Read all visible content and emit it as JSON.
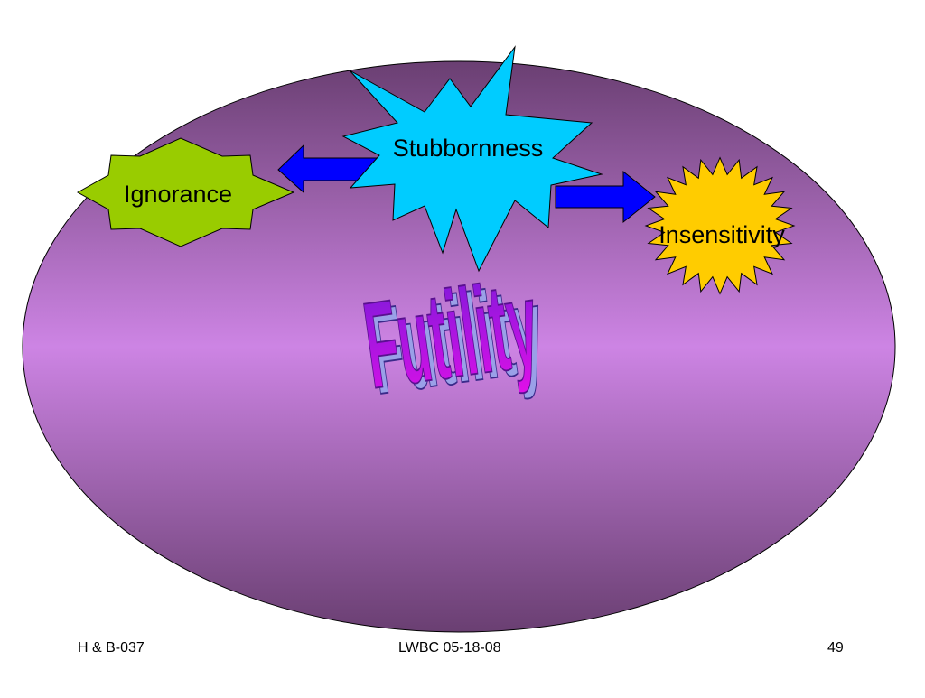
{
  "diagram": {
    "center_label": "Futility",
    "nodes": {
      "stubbornness": "Stubbornness",
      "ignorance": "Ignorance",
      "insensitivity": "Insensitivity"
    },
    "colors": {
      "ellipse_edge": "#6a3f72",
      "ellipse_center": "#cd84e4",
      "stubbornness_fill": "#00ccff",
      "ignorance_fill": "#99cc00",
      "insensitivity_fill": "#ffcc00",
      "arrow_fill": "#0000ff",
      "wordart_top": "#7a1ad9",
      "wordart_bottom": "#e010e8",
      "wordart_shadow": "#9aa0e8"
    }
  },
  "footer": {
    "left": "H & B-037",
    "center": "LWBC 05-18-08",
    "right": "49"
  }
}
